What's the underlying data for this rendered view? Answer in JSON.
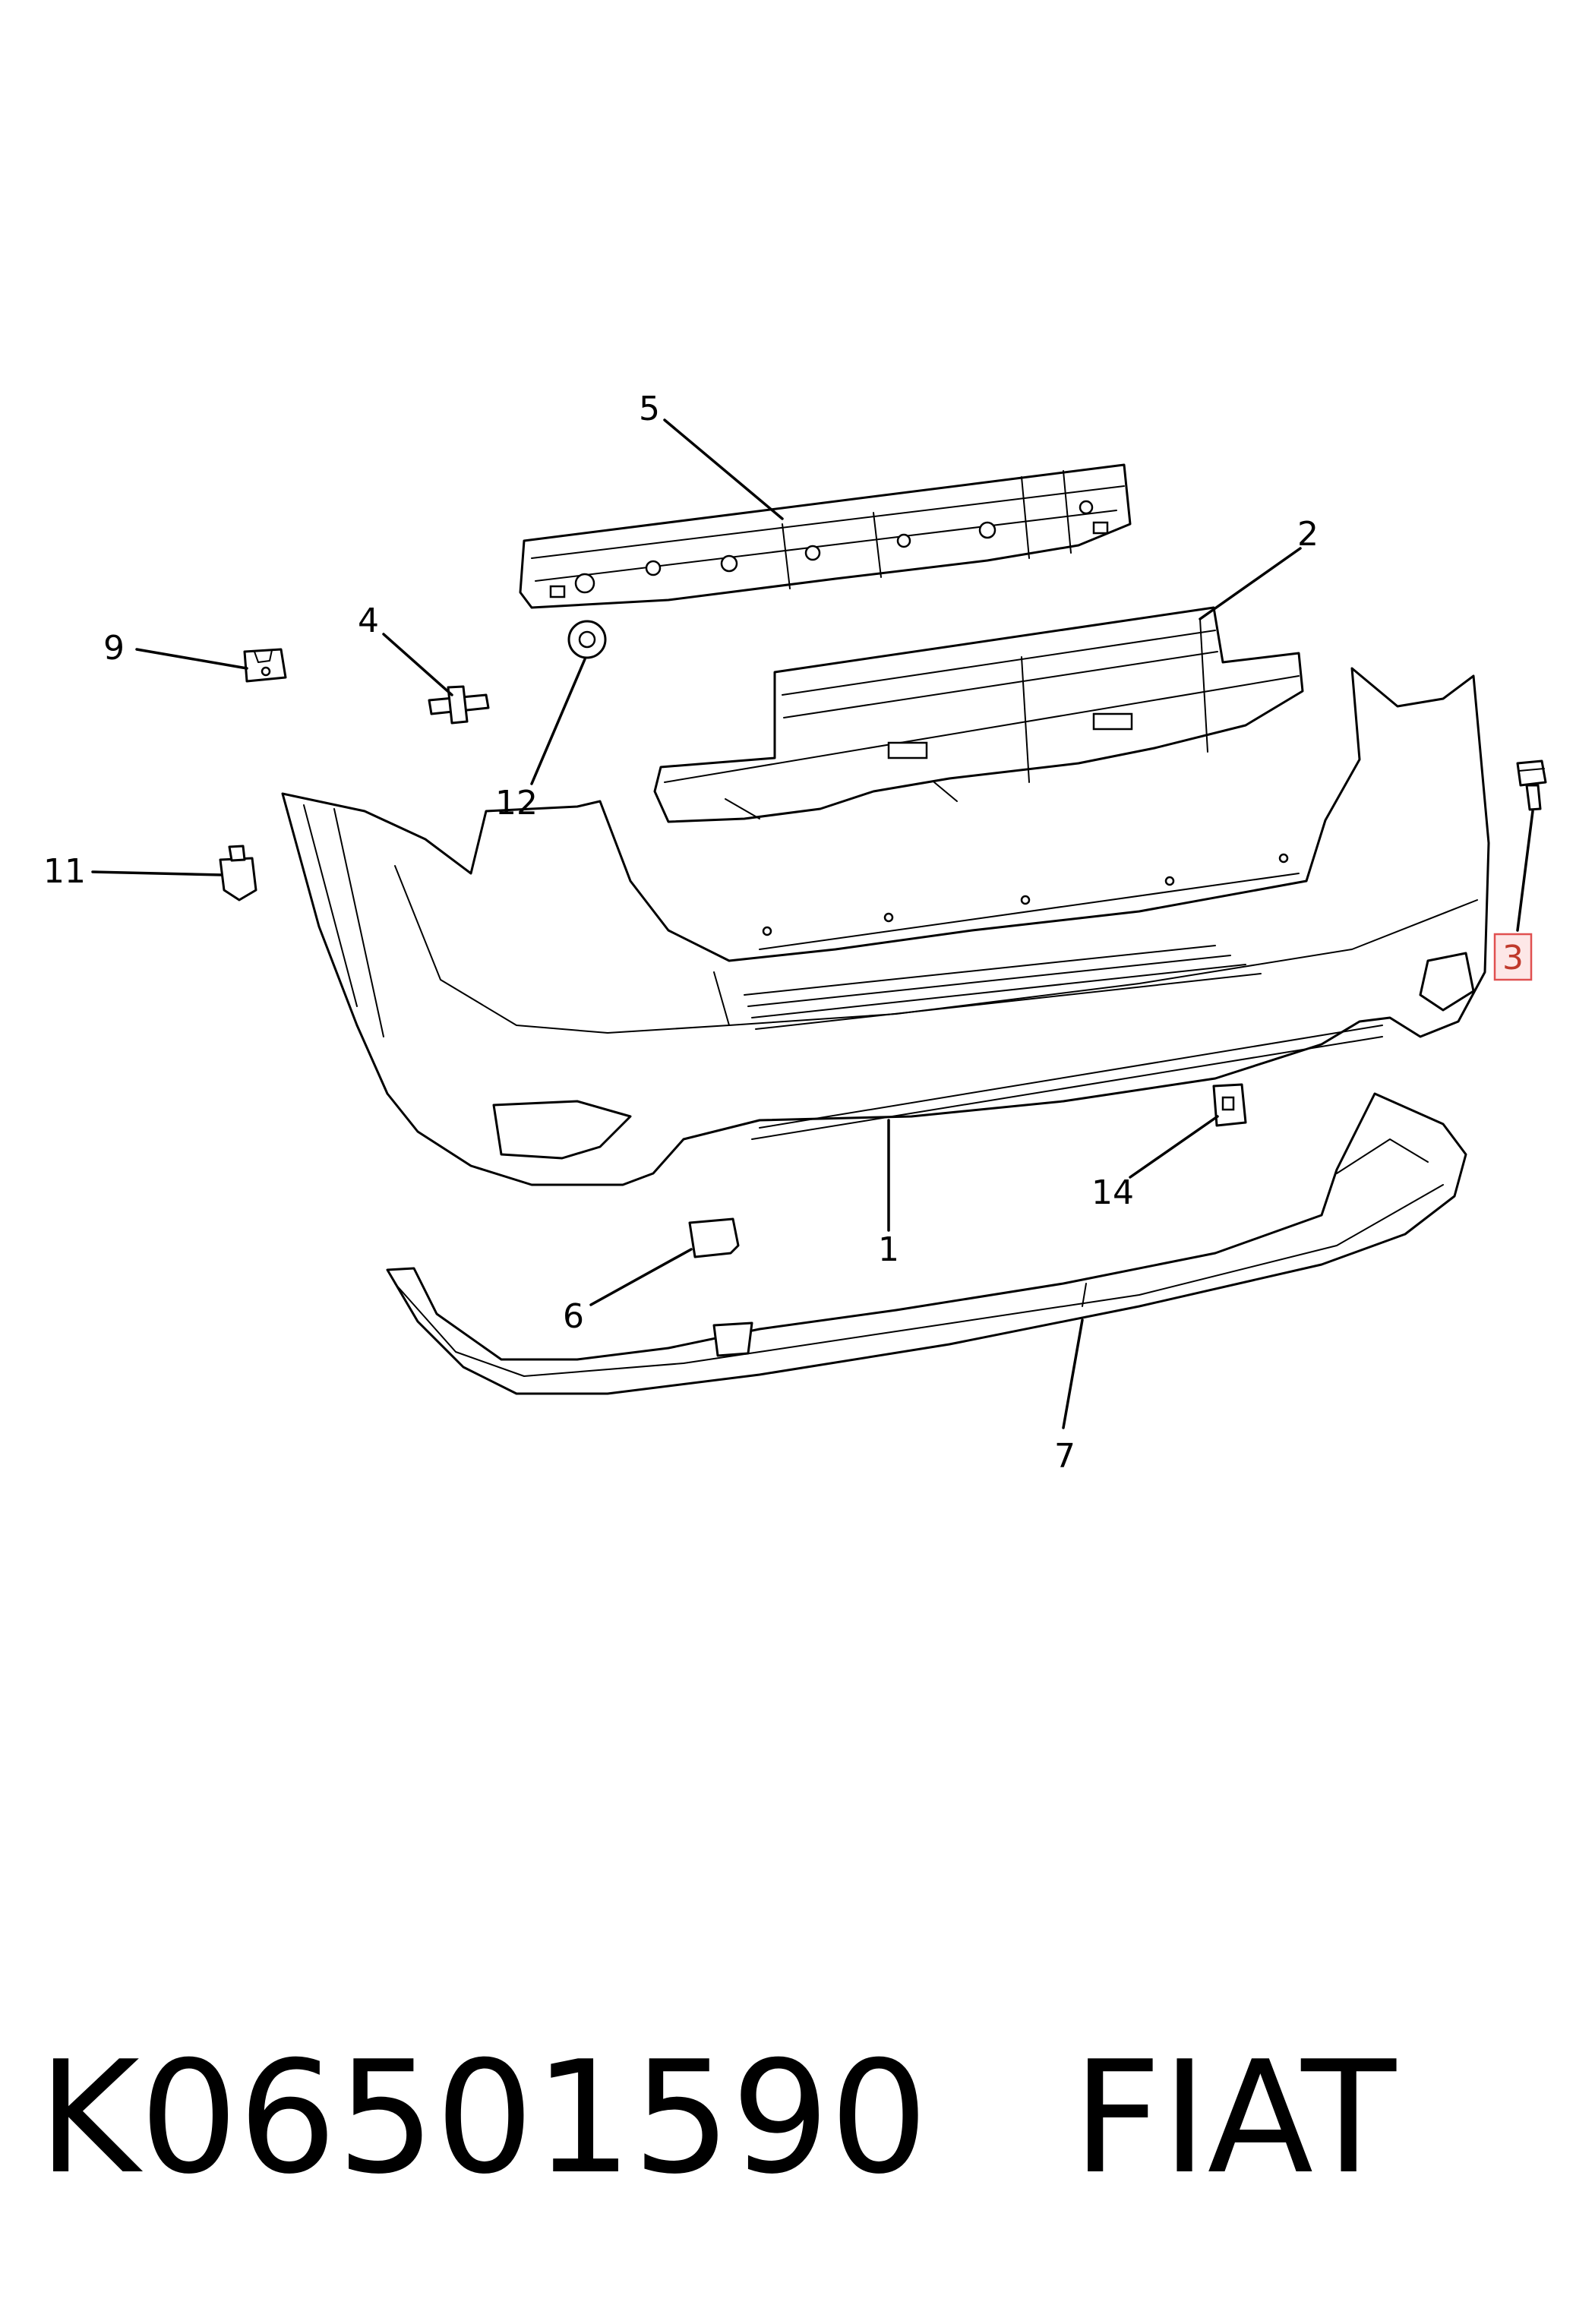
{
  "callouts": [
    {
      "id": "1",
      "label": "1"
    },
    {
      "id": "2",
      "label": "2"
    },
    {
      "id": "3",
      "label": "3",
      "highlighted": true
    },
    {
      "id": "4",
      "label": "4"
    },
    {
      "id": "5",
      "label": "5"
    },
    {
      "id": "6",
      "label": "6"
    },
    {
      "id": "7",
      "label": "7"
    },
    {
      "id": "9",
      "label": "9"
    },
    {
      "id": "11",
      "label": "11"
    },
    {
      "id": "12",
      "label": "12"
    },
    {
      "id": "14",
      "label": "14"
    }
  ],
  "footer": {
    "part_number": "K06501590",
    "brand": "FIAT"
  },
  "colors": {
    "line": "#000000",
    "background": "#ffffff",
    "highlight_border": "#e05050",
    "highlight_fill": "#fde7e7",
    "highlight_text": "#c0392b"
  }
}
